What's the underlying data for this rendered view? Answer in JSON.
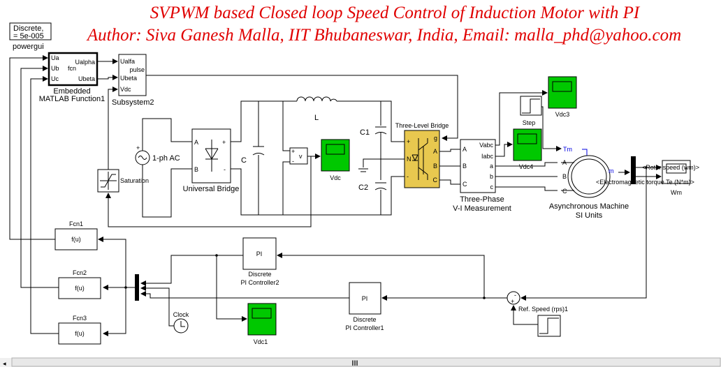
{
  "title": {
    "line1": "SVPWM based  Closed loop Speed Control  of Induction Motor with PI",
    "line2": "Author: Siva Ganesh Malla, IIT Bhubaneswar, India, Email: malla_phd@yahoo.com",
    "color": "#e00000"
  },
  "powergui": {
    "line1": "Discrete,",
    "line2": "= 5e-005",
    "label": "powergui"
  },
  "embedded": {
    "in": [
      "Ua",
      "Ub",
      "Uc"
    ],
    "out": [
      "Ualpha",
      "Ubeta"
    ],
    "center": "fcn",
    "label1": "Embedded",
    "label2": "MATLAB Function1"
  },
  "subsystem": {
    "in": [
      "Ualfa",
      "Ubeta",
      "Vdc"
    ],
    "out": "pulse",
    "label": "Subsystem2"
  },
  "source": {
    "label": "1-ph AC"
  },
  "universal_bridge": {
    "label": "Universal Bridge",
    "ports": [
      "A",
      "B",
      "+",
      "-"
    ]
  },
  "cap_c": "C",
  "inductor": "L",
  "vmeas": {
    "plus": "+",
    "v": "v",
    "minus": "-"
  },
  "scopes": {
    "vdc": "Vdc",
    "vdc1": "Vdc1",
    "vdc3": "Vdc3",
    "vdc4": "Vdc4",
    "wm": "Wm",
    "color": "#00c800"
  },
  "caps": {
    "c1": "C1",
    "c2": "C2"
  },
  "three_level": {
    "label": "Three-Level Bridge",
    "left": [
      "+",
      "N",
      "-"
    ],
    "right": [
      "g",
      "A",
      "B",
      "C"
    ],
    "color": "#e8c84f"
  },
  "vi": {
    "left": [
      "A",
      "B",
      "C"
    ],
    "right": [
      "Vabc",
      "Iabc",
      "a",
      "b",
      "c"
    ],
    "label1": "Three-Phase",
    "label2": "V-I Measurement"
  },
  "step": "Step",
  "machine": {
    "tm": "Tm",
    "ports": [
      "A",
      "B",
      "C"
    ],
    "m": "m",
    "label1": "Asynchronous Machine",
    "label2": "SI Units"
  },
  "signals": {
    "speed": "<Rotor speed (wm)>",
    "torque": "<Electromagnetic torque Te (N*m)>"
  },
  "saturation": "Saturation",
  "fcns": [
    {
      "name": "Fcn1",
      "expr": "f(u)"
    },
    {
      "name": "Fcn2",
      "expr": "f(u)"
    },
    {
      "name": "Fcn3",
      "expr": "f(u)"
    }
  ],
  "pi2": {
    "text": "PI",
    "label1": "Discrete",
    "label2": "PI Controller2"
  },
  "pi1": {
    "text": "PI",
    "label1": "Discrete",
    "label2": "PI Controller1"
  },
  "clock": "Clock",
  "sum": {
    "minus": "-",
    "plus": "+",
    "ref_label": "Ref. Speed (rps)1"
  },
  "scrollbar": {
    "grip": "III"
  }
}
